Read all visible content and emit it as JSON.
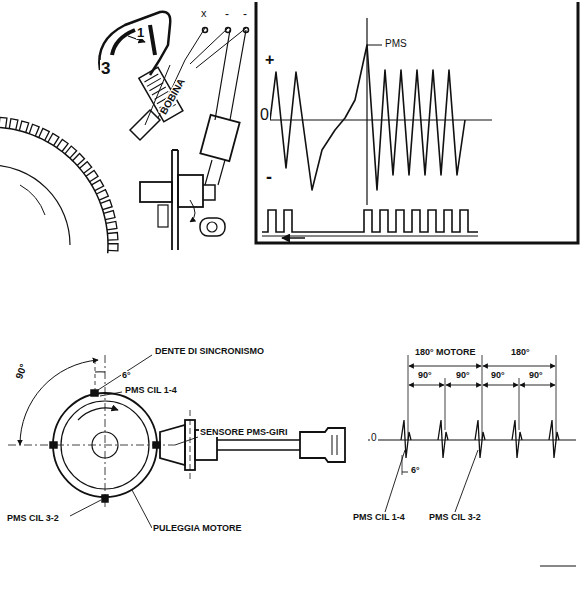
{
  "diagram": {
    "labels": [
      "1",
      "3",
      "BOBINA",
      "x",
      "-",
      "-",
      "+",
      "0",
      "-",
      "PMS",
      "DENTE DI SINCRONISMO",
      "90°",
      "6°",
      "PMS CIL 1-4",
      "SENSORE PMS-GIRI",
      "PMS CIL 3-2",
      "PULEGGIA MOTORE",
      "180° MOTORE",
      "180°",
      "90°",
      "90°",
      "90°",
      "90°",
      "0",
      "6°",
      "PMS CIL 1-4",
      "PMS CIL 3-2"
    ]
  }
}
